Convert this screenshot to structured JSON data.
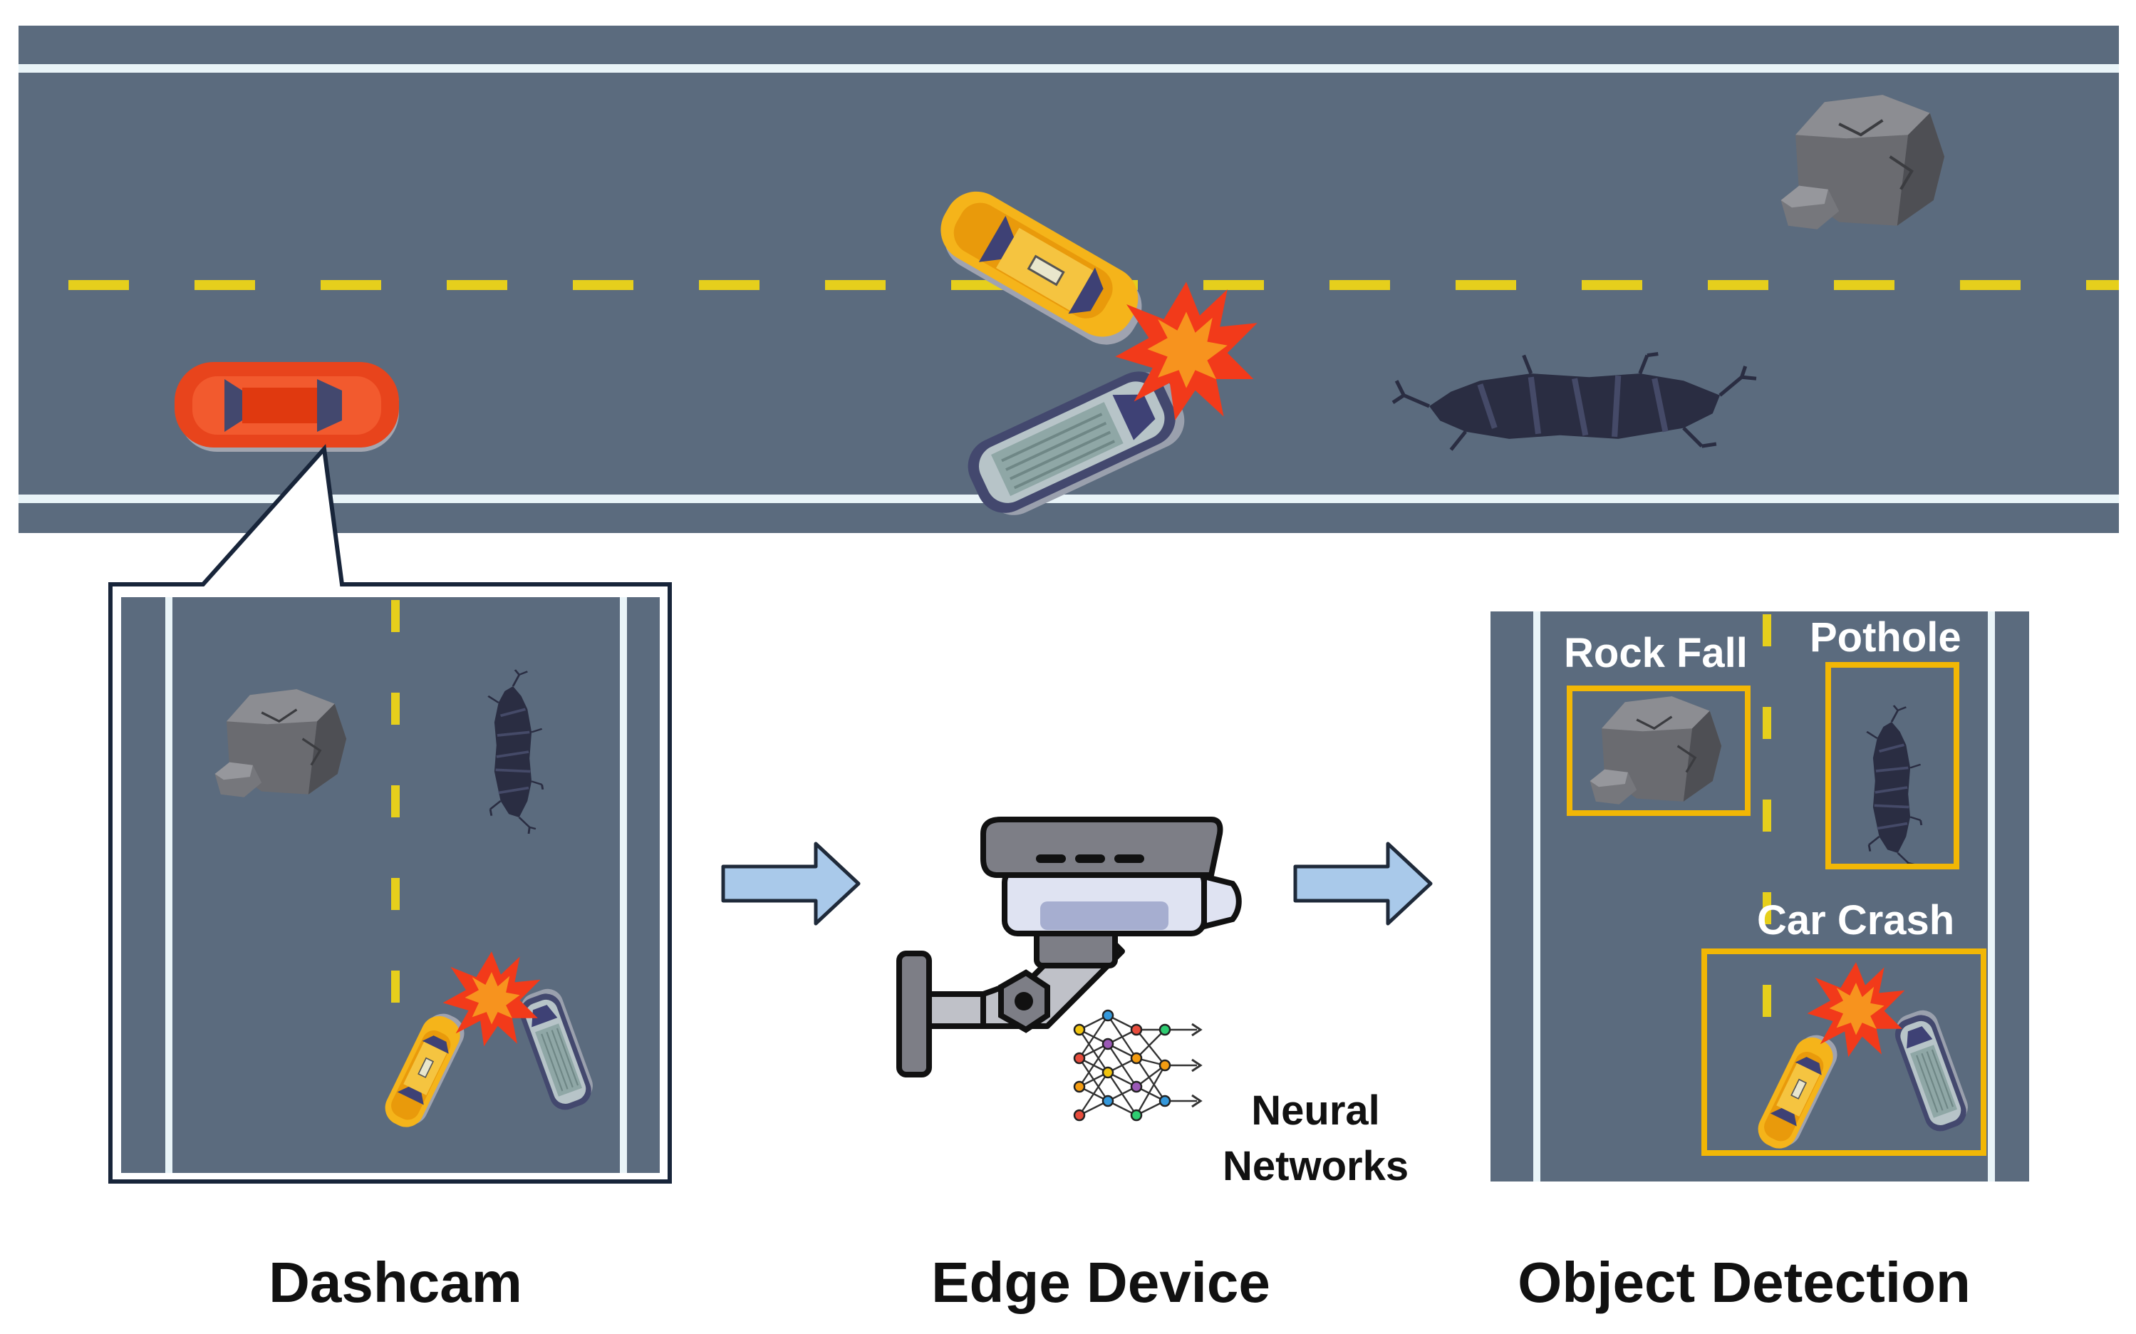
{
  "colors": {
    "road": "#5b6b7e",
    "road_edge_line": "#e9f4f8",
    "center_dash": "#e6cf1c",
    "detection_box": "#f2b705",
    "arrow_fill": "#a9c9ea",
    "arrow_stroke": "#1f2a3a",
    "inset_frame": "#18253a",
    "red_car": "#e8441c",
    "taxi": "#f5b41a",
    "van": "#8fa7a6",
    "crash_burst": "#f23a1a",
    "rock": "#6d6e73",
    "pothole": "#2c2f45"
  },
  "icons": {
    "highway": "road-icon",
    "ego_car": "red-car-icon",
    "crash": "car-crash-icon",
    "rock": "rock-fall-icon",
    "pothole": "pothole-icon",
    "camera": "security-camera-icon",
    "network": "neural-network-icon",
    "flow_arrow": "right-arrow-icon"
  },
  "stages": {
    "dashcam": "Dashcam",
    "edge": "Edge Device",
    "detection": "Object Detection"
  },
  "edge_device": {
    "network_label_line1": "Neural",
    "network_label_line2": "Networks"
  },
  "detections": {
    "rock": "Rock Fall",
    "pothole": "Pothole",
    "crash": "Car Crash"
  }
}
